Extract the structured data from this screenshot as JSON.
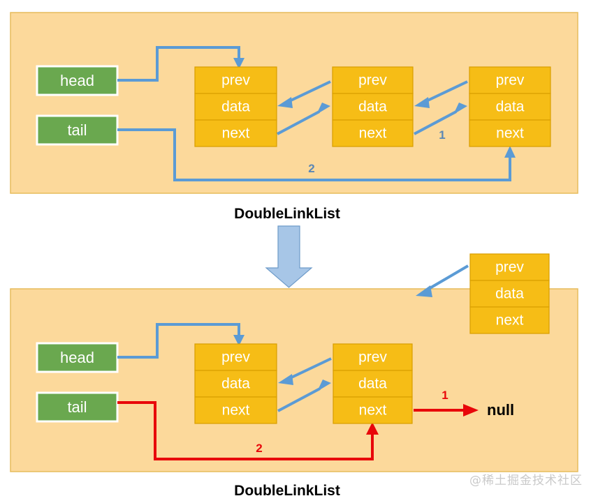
{
  "diagram": {
    "title_top": "DoubleLinkList",
    "title_bottom": "DoubleLinkList",
    "watermark": "@稀土掘金技术社区",
    "colors": {
      "panel_fill": "#FCD99B",
      "panel_stroke": "#E6BC5C",
      "var_box": "#6AA84F",
      "node_cell": "#F6BD16",
      "node_cell_stroke": "#D99E00",
      "blue_arrow": "#5B9BD5",
      "red_arrow": "#E8070A",
      "big_arrow_fill": "#A7C6E7",
      "big_arrow_stroke": "#6E9BC9",
      "text_white": "#FFFFFF",
      "text_black": "#000000"
    }
  },
  "top": {
    "head_label": "head",
    "tail_label": "tail",
    "nodes": [
      {
        "prev": "prev",
        "data": "data",
        "next": "next"
      },
      {
        "prev": "prev",
        "data": "data",
        "next": "next"
      },
      {
        "prev": "prev",
        "data": "data",
        "next": "next"
      }
    ],
    "step_labels": {
      "one": "1",
      "two": "2"
    }
  },
  "transition": {
    "arrow": "down-arrow"
  },
  "bottom": {
    "head_label": "head",
    "tail_label": "tail",
    "nodes": [
      {
        "prev": "prev",
        "data": "data",
        "next": "next"
      },
      {
        "prev": "prev",
        "data": "data",
        "next": "next"
      }
    ],
    "detached_node": {
      "prev": "prev",
      "data": "data",
      "next": "next"
    },
    "null_label": "null",
    "step_labels": {
      "one": "1",
      "two": "2"
    }
  }
}
